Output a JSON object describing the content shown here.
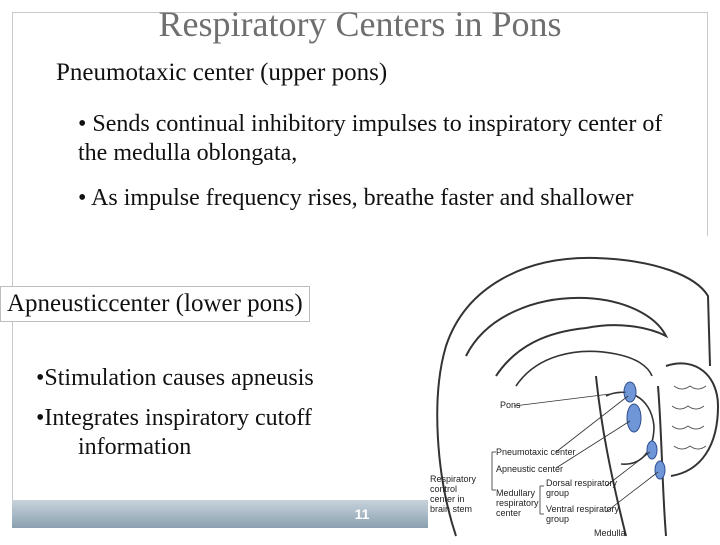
{
  "slide": {
    "title": "Respiratory Centers in Pons",
    "heading1": "Pneumotaxic center (upper pons)",
    "bullets1": [
      "• Sends continual inhibitory impulses to inspiratory center of the medulla oblongata,",
      "• As impulse frequency rises, breathe faster and shallower"
    ],
    "heading2": "Apneusticcenter (lower pons)",
    "bullet3": "•Stimulation causes apneusis",
    "bullet4_line1": "•Integrates inspiratory cutoff",
    "bullet4_line2": "information",
    "page_number": "11"
  },
  "figure": {
    "labels": {
      "pons": "Pons",
      "pneumotaxic": "Pneumotaxic center",
      "apneustic": "Apneustic center",
      "respiratory_control_1": "Respiratory",
      "respiratory_control_2": "control",
      "respiratory_control_3": "center in",
      "respiratory_control_4": "brain stem",
      "medullary_1": "Medullary",
      "medullary_2": "respiratory",
      "medullary_3": "center",
      "dorsal_1": "Dorsal respiratory",
      "dorsal_2": "group",
      "ventral_1": "Ventral respiratory",
      "ventral_2": "group",
      "medulla": "Medulla"
    },
    "colors": {
      "center_fill": "#6f96d6",
      "line": "#333333"
    }
  }
}
